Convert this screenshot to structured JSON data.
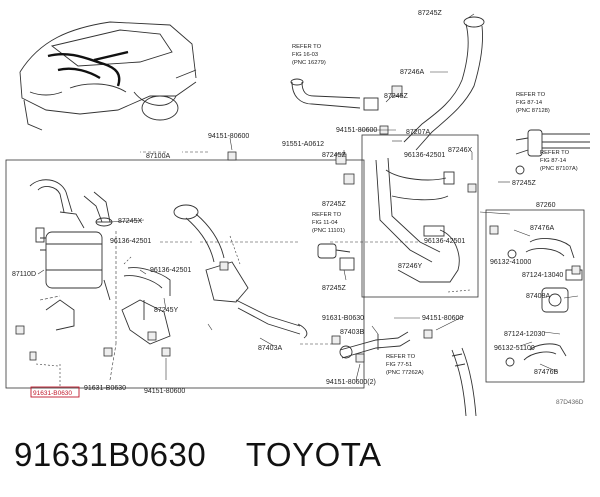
{
  "diagram": {
    "labels": {
      "p87245z_top": "87245Z",
      "p87246a": "87246A",
      "refer_top1": "REFER TO",
      "refer_top2": "FIG 16-03",
      "refer_top3": "(PNC 16279)",
      "p87245z_a": "87245Z",
      "p94151_80600_a": "94151-80600",
      "p91551_a0612": "91551-A0612",
      "p87245z_b": "87245Z",
      "p87207a": "87207A",
      "p96136_42501_a": "96136-42501",
      "p87246x": "87246X",
      "p94151_80600_b": "94151-80600",
      "p87100a": "87100A",
      "refer_r1": "REFER TO",
      "refer_r2": "FIG 87-14",
      "refer_r3": "(PNC 87128)",
      "refer_r4": "REFER TO",
      "refer_r5": "FIG 87-14",
      "refer_r6": "(PNC 87107A)",
      "p87245z_c": "87245Z",
      "p87245x": "87245X",
      "p87245z_d": "87245Z",
      "refer_m1": "REFER TO",
      "refer_m2": "FIG 11-04",
      "refer_m3": "(PNC 11101)",
      "p96136_42501_b": "96136-42501",
      "p96136_42501_c": "96136-42501",
      "p87260": "87260",
      "p87476a": "87476A",
      "p96132_41000": "96132-41000",
      "p87124_13040": "87124-13040",
      "p87110d": "87110D",
      "p96136_42501_d": "96136-42501",
      "p87246y": "87246Y",
      "p87245z_e": "87245Z",
      "p87408a": "87408A",
      "p87245y": "87245Y",
      "p91631_b0630_a": "91631-B0630",
      "p94151_80600_c": "94151-80600",
      "p87403b": "87403B",
      "p87124_12030": "87124-12030",
      "p87403a": "87403A",
      "p96132_51100": "96132-51100",
      "refer_b1": "REFER TO",
      "refer_b2": "FIG 77-51",
      "refer_b3": "(PNC 77262A)",
      "p87476b": "87476B",
      "p91631_b0630_hl": "91631-B0630",
      "p91631_b0630_b": "91631-B0630",
      "p94151_80600_d": "94151-80600",
      "p94151_80600_2": "94151-80600(2)",
      "drawing_code": "87D436D"
    }
  },
  "footer": {
    "part_number": "91631B0630",
    "brand": "TOYOTA"
  },
  "colors": {
    "line": "#333333",
    "highlight": "#c0182b",
    "background": "#ffffff"
  }
}
